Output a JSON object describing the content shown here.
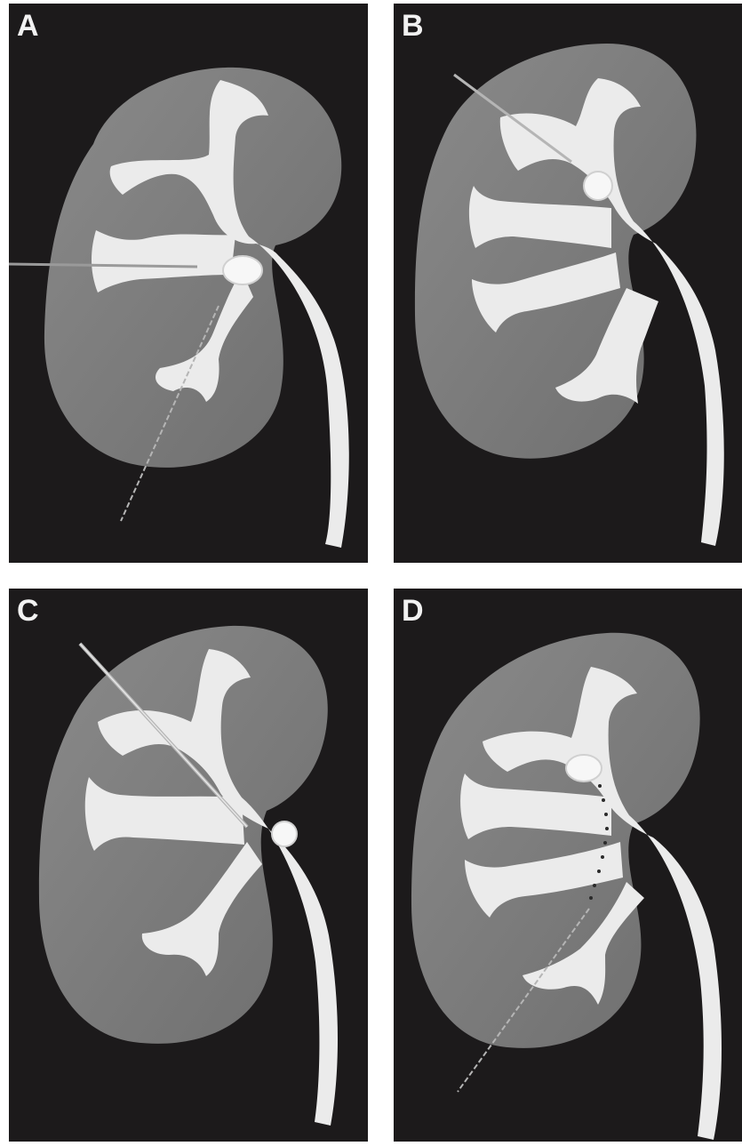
{
  "figure": {
    "panels": [
      {
        "label": "A"
      },
      {
        "label": "B"
      },
      {
        "label": "C"
      },
      {
        "label": "D"
      }
    ]
  },
  "colors": {
    "background": "#ffffff",
    "panel_bg": "#1c1a1b",
    "cortex": "#7d7d7d",
    "collecting_system": "#ebebeb",
    "stone": "#f7f7f7",
    "needle": "#b5b5b5",
    "label": "#f2f2f2"
  }
}
